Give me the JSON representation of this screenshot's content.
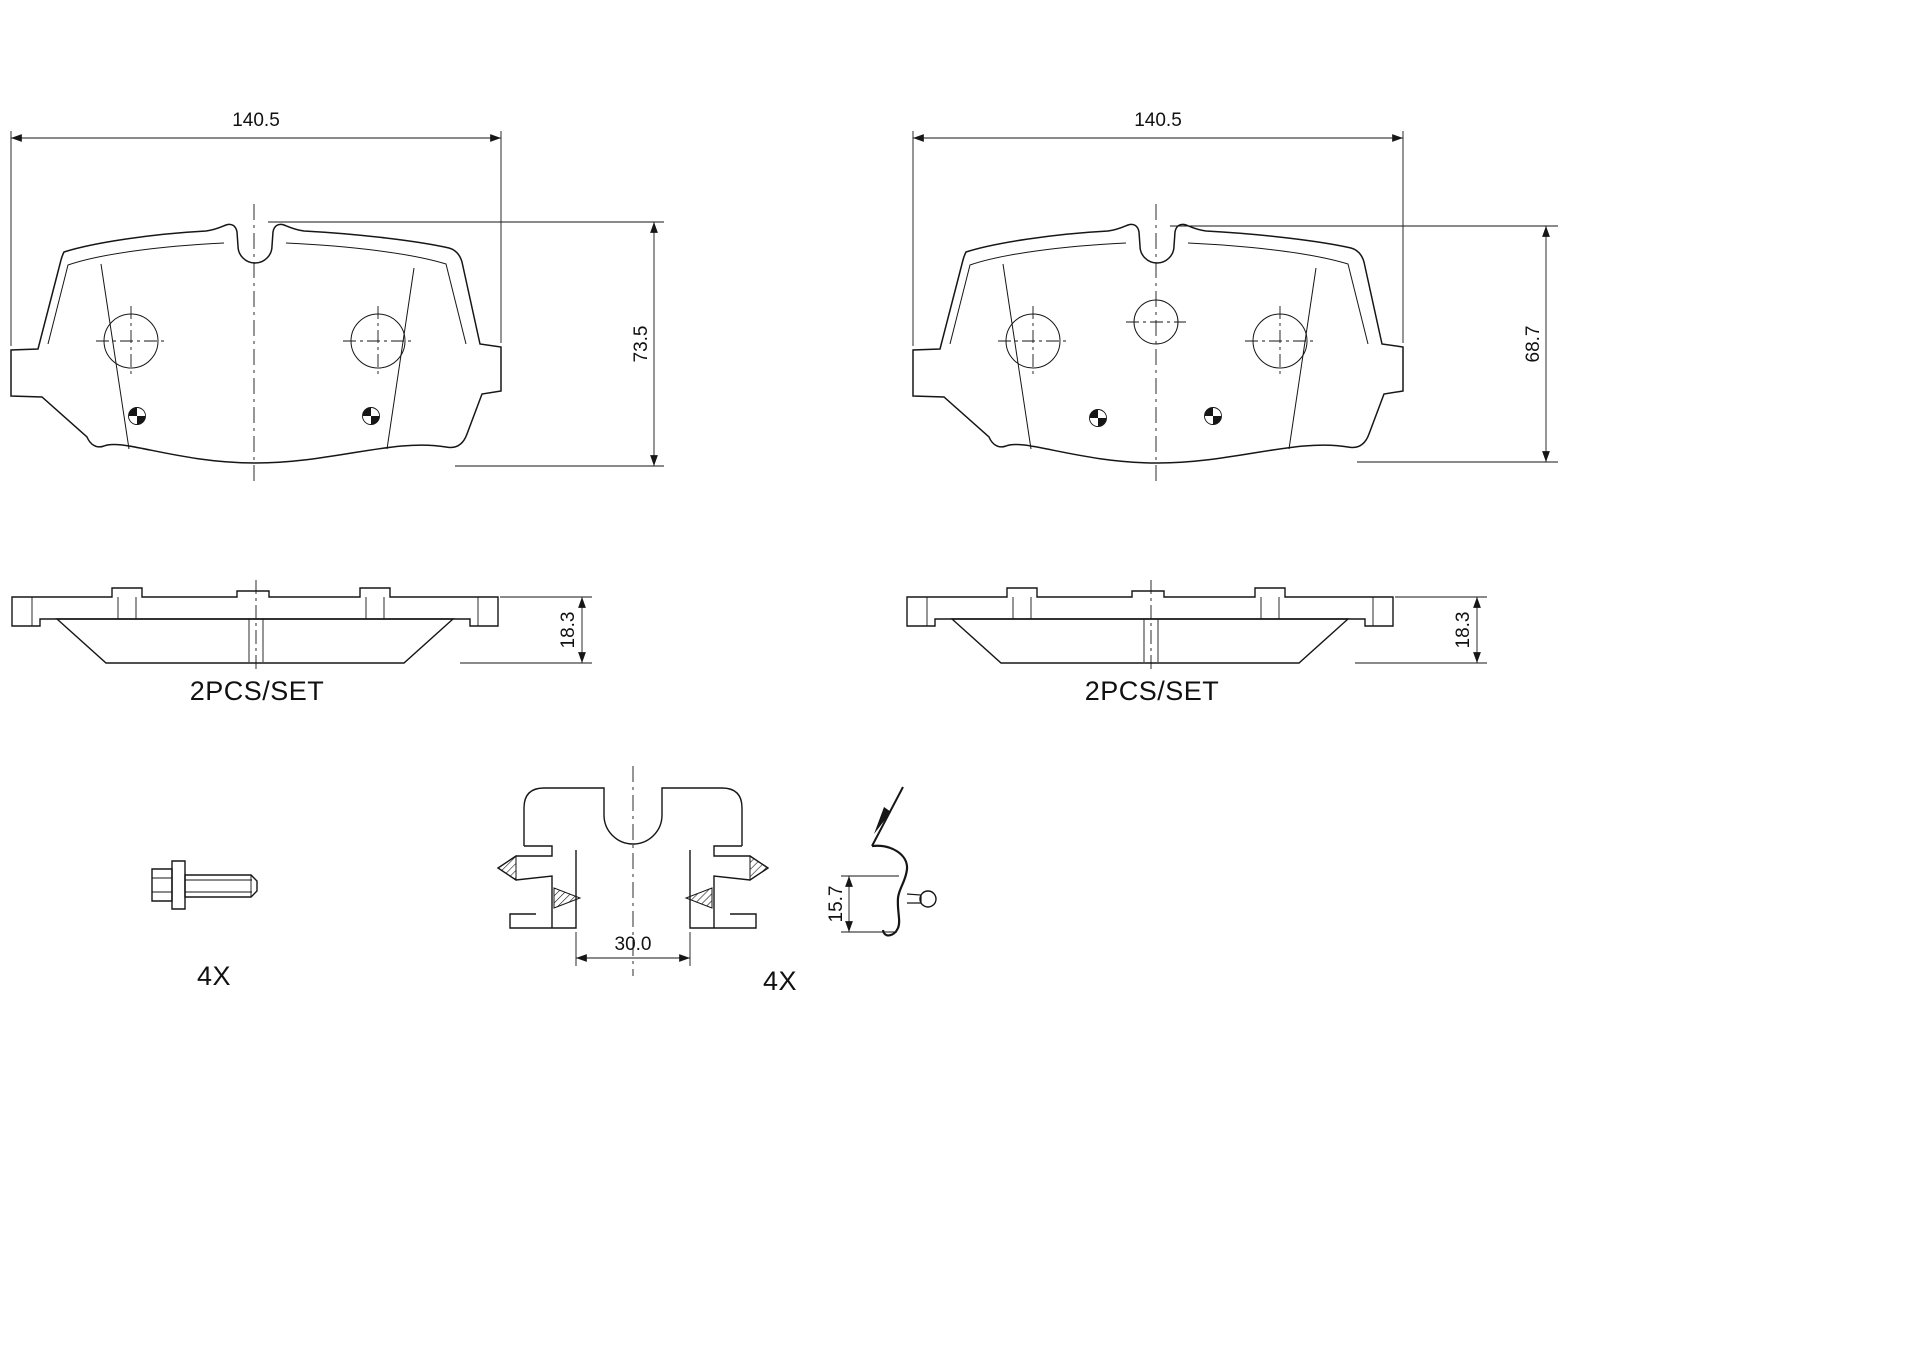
{
  "views": {
    "pad_front_left": {
      "width_dim": "140.5",
      "height_dim": "73.5"
    },
    "pad_front_right": {
      "width_dim": "140.5",
      "height_dim": "68.7"
    },
    "pad_side_left": {
      "thickness_dim": "18.3",
      "set_label": "2PCS/SET"
    },
    "pad_side_right": {
      "thickness_dim": "18.3",
      "set_label": "2PCS/SET"
    },
    "bolt": {
      "qty_label": "4X"
    },
    "retainer_clip": {
      "width_dim": "30.0",
      "qty_label": "4X"
    },
    "spring_clip": {
      "height_dim": "15.7"
    }
  },
  "colors": {
    "line": "#161616",
    "background": "#ffffff"
  }
}
